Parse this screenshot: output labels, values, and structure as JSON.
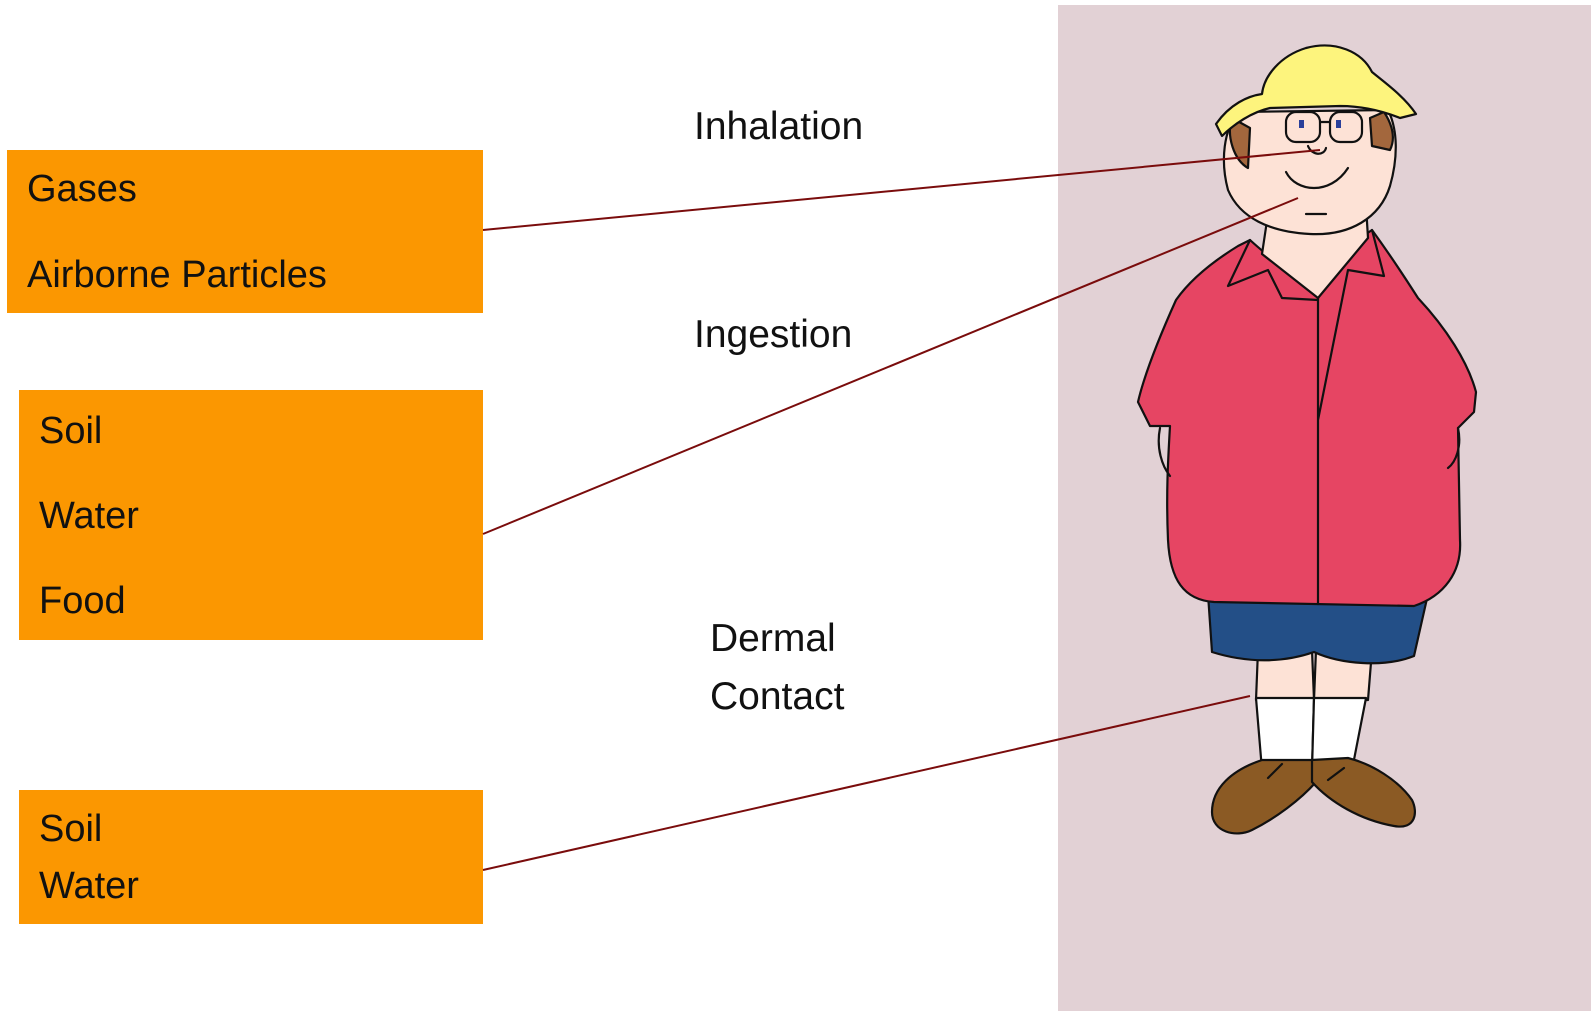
{
  "sources": [
    {
      "items": [
        "Gases",
        "Airborne Particles"
      ]
    },
    {
      "items": [
        "Soil",
        "Water",
        "Food"
      ]
    },
    {
      "items": [
        "Soil",
        "Water"
      ]
    }
  ],
  "routes": {
    "inhalation": "Inhalation",
    "ingestion": "Ingestion",
    "dermal_line1": "Dermal",
    "dermal_line2": "Contact"
  },
  "colors": {
    "box": "#fb9701",
    "panel": "#e2d1d5",
    "connector": "#7a0c0c",
    "hat": "#fdf47d",
    "shirt": "#e64563",
    "shorts": "#234f87",
    "shoes": "#8b5a24",
    "skin": "#fde2d6",
    "hair": "#a3673d"
  }
}
